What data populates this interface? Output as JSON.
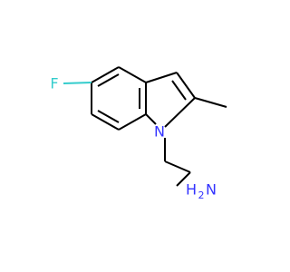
{
  "molecule": {
    "atoms": {
      "fluorine": "F",
      "ring_nitrogen": "N",
      "amine_n": "N",
      "amine_h": "H",
      "amine_h_sub": "2"
    },
    "colors": {
      "bond": "#000000",
      "fluorine": "#33cccc",
      "nitrogen": "#3333ff"
    }
  }
}
